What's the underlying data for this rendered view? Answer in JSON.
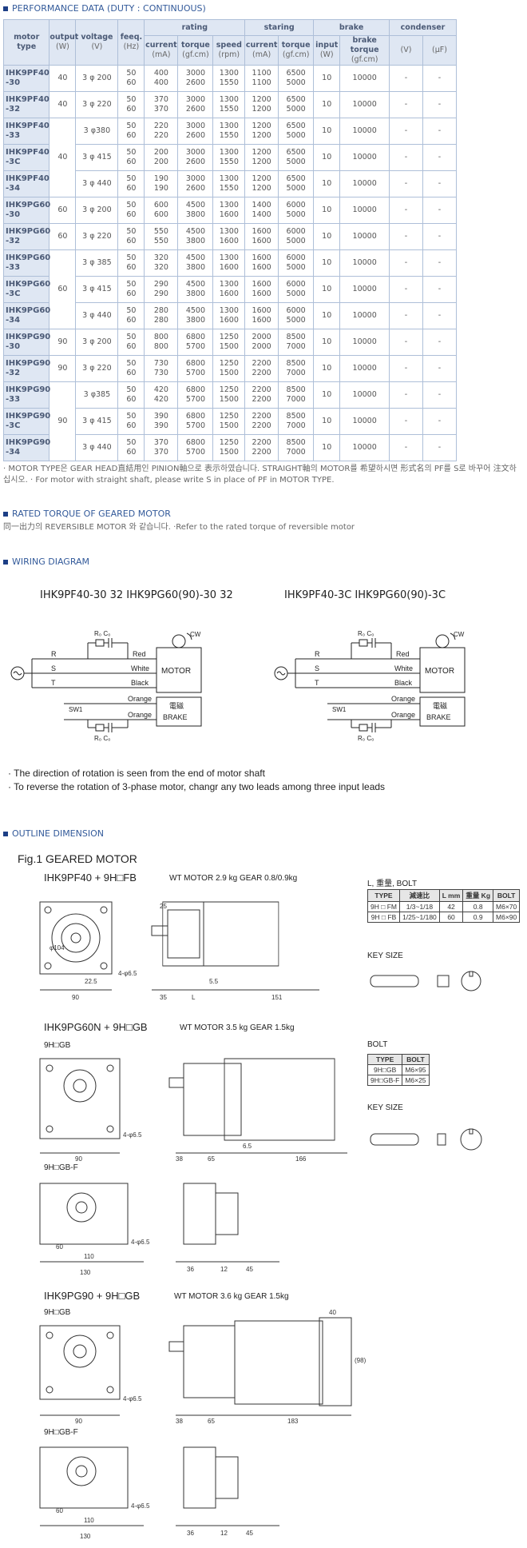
{
  "performance": {
    "header": "PERFORMANCE DATA (DUTY : CONTINUOUS)",
    "columns": {
      "model": "motor type",
      "output": "output",
      "output_unit": "(W)",
      "voltage": "voltage",
      "voltage_unit": "(V)",
      "freq": "feeq.",
      "freq_unit": "(Hz)",
      "rating": "rating",
      "starting": "staring",
      "brake": "brake",
      "condenser": "condenser",
      "current": "current",
      "current_unit": "(mA)",
      "torque": "torque",
      "torque_unit": "(gf.cm)",
      "speed": "speed",
      "speed_unit": "(rpm)",
      "s_current": "current",
      "s_current_unit": "(mA)",
      "s_torque": "torque",
      "s_torque_unit": "(gf.cm)",
      "input": "input",
      "input_unit": "(W)",
      "brake_torque": "brake torque",
      "brake_torque_unit": "(gf.cm)",
      "cond_v": "(V)",
      "cond_uf": "(μF)"
    },
    "rows": [
      {
        "model": "IHK9PF40-30",
        "output": "40",
        "voltage": "3 φ 200",
        "freq": "50 60",
        "current": "400 400",
        "torque": "3000 2600",
        "speed": "1300 1550",
        "s_current": "1100 1100",
        "s_torque": "6500 5000",
        "input": "10",
        "brake_torque": "10000",
        "v": "-",
        "uf": "-"
      },
      {
        "model": "IHK9PF40-32",
        "output": "40",
        "voltage": "3 φ 220",
        "freq": "50 60",
        "current": "370 370",
        "torque": "3000 2600",
        "speed": "1300 1550",
        "s_current": "1200 1200",
        "s_torque": "6500 5000",
        "input": "10",
        "brake_torque": "10000",
        "v": "-",
        "uf": "-"
      },
      {
        "model": "IHK9PF40-33",
        "output": "40",
        "voltage": "3 φ380",
        "freq": "50 60",
        "current": "220 220",
        "torque": "3000 2600",
        "speed": "1300 1550",
        "s_current": "1200 1200",
        "s_torque": "6500 5000",
        "input": "10",
        "brake_torque": "10000",
        "v": "-",
        "uf": "-"
      },
      {
        "model": "IHK9PF40-3C",
        "output": "",
        "voltage": "3 φ 415",
        "freq": "50 60",
        "current": "200 200",
        "torque": "3000 2600",
        "speed": "1300 1550",
        "s_current": "1200 1200",
        "s_torque": "6500 5000",
        "input": "10",
        "brake_torque": "10000",
        "v": "-",
        "uf": "-"
      },
      {
        "model": "IHK9PF40-34",
        "output": "",
        "voltage": "3 φ 440",
        "freq": "50 60",
        "current": "190 190",
        "torque": "3000 2600",
        "speed": "1300 1550",
        "s_current": "1200 1200",
        "s_torque": "6500 5000",
        "input": "10",
        "brake_torque": "10000",
        "v": "-",
        "uf": "-"
      },
      {
        "model": "IHK9PG60-30",
        "output": "60",
        "voltage": "3 φ 200",
        "freq": "50 60",
        "current": "600 600",
        "torque": "4500 3800",
        "speed": "1300 1600",
        "s_current": "1400 1400",
        "s_torque": "6000 5000",
        "input": "10",
        "brake_torque": "10000",
        "v": "-",
        "uf": "-"
      },
      {
        "model": "IHK9PG60-32",
        "output": "60",
        "voltage": "3 φ 220",
        "freq": "50 60",
        "current": "550 550",
        "torque": "4500 3800",
        "speed": "1300 1600",
        "s_current": "1600 1600",
        "s_torque": "6000 5000",
        "input": "10",
        "brake_torque": "10000",
        "v": "-",
        "uf": "-"
      },
      {
        "model": "IHK9PG60-33",
        "output": "60",
        "voltage": "3 φ 385",
        "freq": "50 60",
        "current": "320 320",
        "torque": "4500 3800",
        "speed": "1300 1600",
        "s_current": "1600 1600",
        "s_torque": "6000 5000",
        "input": "10",
        "brake_torque": "10000",
        "v": "-",
        "uf": "-"
      },
      {
        "model": "IHK9PG60-3C",
        "output": "",
        "voltage": "3 φ 415",
        "freq": "50 60",
        "current": "290 290",
        "torque": "4500 3800",
        "speed": "1300 1600",
        "s_current": "1600 1600",
        "s_torque": "6000 5000",
        "input": "10",
        "brake_torque": "10000",
        "v": "-",
        "uf": "-"
      },
      {
        "model": "IHK9PG60-34",
        "output": "",
        "voltage": "3 φ 440",
        "freq": "50 60",
        "current": "280 280",
        "torque": "4500 3800",
        "speed": "1300 1600",
        "s_current": "1600 1600",
        "s_torque": "6000 5000",
        "input": "10",
        "brake_torque": "10000",
        "v": "-",
        "uf": "-"
      },
      {
        "model": "IHK9PG90-30",
        "output": "90",
        "voltage": "3 φ 200",
        "freq": "50 60",
        "current": "800 800",
        "torque": "6800 5700",
        "speed": "1250 1500",
        "s_current": "2000 2000",
        "s_torque": "8500 7000",
        "input": "10",
        "brake_torque": "10000",
        "v": "-",
        "uf": "-"
      },
      {
        "model": "IHK9PG90-32",
        "output": "90",
        "voltage": "3 φ 220",
        "freq": "50 60",
        "current": "730 730",
        "torque": "6800 5700",
        "speed": "1250 1500",
        "s_current": "2200 2200",
        "s_torque": "8500 7000",
        "input": "10",
        "brake_torque": "10000",
        "v": "-",
        "uf": "-"
      },
      {
        "model": "IHK9PG90-33",
        "output": "90",
        "voltage": "3 φ385",
        "freq": "50 60",
        "current": "420 420",
        "torque": "6800 5700",
        "speed": "1250 1500",
        "s_current": "2200 2200",
        "s_torque": "8500 7000",
        "input": "10",
        "brake_torque": "10000",
        "v": "-",
        "uf": "-"
      },
      {
        "model": "IHK9PG90-3C",
        "output": "",
        "voltage": "3 φ 415",
        "freq": "50 60",
        "current": "390 390",
        "torque": "6800 5700",
        "speed": "1250 1500",
        "s_current": "2200 2200",
        "s_torque": "8500 7000",
        "input": "10",
        "brake_torque": "10000",
        "v": "-",
        "uf": "-"
      },
      {
        "model": "IHK9PG90-34",
        "output": "",
        "voltage": "3 φ 440",
        "freq": "50 60",
        "current": "370 370",
        "torque": "6800 5700",
        "speed": "1250 1500",
        "s_current": "2200 2200",
        "s_torque": "8500 7000",
        "input": "10",
        "brake_torque": "10000",
        "v": "-",
        "uf": "-"
      }
    ],
    "note": "· MOTOR TYPE은 GEAR HEAD直結用인 PINION軸으로 表示하였습니다. STRAIGHT軸의 MOTOR를 希望하시면 形式名의 PF를 S로 바꾸어 注文하십시오. · For motor with straight shaft, please write S in place of PF in MOTOR TYPE."
  },
  "rated_torque": {
    "header": "RATED TORQUE OF GEARED MOTOR",
    "note": "同一出力의 REVERSIBLE MOTOR 와 같습니다. ·Refer to the rated torque of reversible motor"
  },
  "wiring": {
    "header": "WIRING DIAGRAM",
    "left_title": "IHK9PF40-30 32    IHK9PG60(90)-30 32",
    "right_title": "IHK9PF40-3C    IHK9PG60(90)-3C",
    "labels": {
      "r": "R",
      "s": "S",
      "t": "T",
      "red": "Red",
      "white": "White",
      "black": "Black",
      "orange1": "Orange",
      "orange2": "Orange",
      "motor": "MOTOR",
      "brake_kr": "電磁",
      "brake": "BRAKE",
      "sw": "SW1",
      "rc": "R₀ C₀",
      "cw": "CW"
    },
    "bullets": [
      "· The direction of rotation is seen from the end of motor shaft",
      "· To reverse the rotation of 3-phase motor, changr any two leads among three input leads"
    ]
  },
  "outline": {
    "header": "OUTLINE DIMENSION",
    "fig_title": "Fig.1 GEARED MOTOR",
    "pf40": {
      "title": "IHK9PF40 + 9H□FB",
      "weight": "WT MOTOR 2.9 kg GEAR 0.8/0.9kg"
    },
    "pg60": {
      "title": "IHK9PG60N + 9H□GB",
      "weight": "WT MOTOR 3.5 kg GEAR 1.5kg",
      "label_gb": "9H□GB",
      "label_gbf": "9H□GB-F"
    },
    "pg90": {
      "title": "IHK9PG90 + 9H□GB",
      "weight": "WT MOTOR 3.6 kg GEAR 1.5kg",
      "label_gb": "9H□GB",
      "label_gbf": "9H□GB-F"
    },
    "lbolt": {
      "caption": "L, 重量, BOLT",
      "headers": [
        "TYPE",
        "減速比",
        "L mm",
        "重量 Kg",
        "BOLT"
      ],
      "rows": [
        [
          "9H □ FM",
          "1/3~1/18",
          "42",
          "0.8",
          "M6×70"
        ],
        [
          "9H □ FB",
          "1/25~1/180",
          "60",
          "0.9",
          "M6×90"
        ]
      ]
    },
    "key_size_1": "KEY SIZE",
    "bolt": {
      "caption": "BOLT",
      "headers": [
        "TYPE",
        "BOLT"
      ],
      "rows": [
        [
          "9H□GB",
          "M6×95"
        ],
        [
          "9H□GB-F",
          "M6×25"
        ]
      ]
    },
    "key_size_2": "KEY SIZE",
    "dims_pf40": {
      "d90": "90",
      "d35": "35",
      "d25": "25",
      "d151": "151",
      "d225": "22.5",
      "d55": "5.5",
      "dL": "L",
      "d4h": "4-φ6.5",
      "d104": "φ104"
    },
    "dims_pg60": {
      "d90": "90",
      "d38": "38",
      "d65": "65",
      "d65b": "6.5",
      "d166": "166",
      "d4h": "4-φ6.5"
    },
    "dims_pg60f": {
      "d130": "130",
      "d110": "110",
      "d60": "60",
      "d36": "36",
      "d12": "12",
      "d45": "45",
      "d4h": "4-φ6.5"
    },
    "dims_pg90": {
      "d90": "90",
      "d38": "38",
      "d65": "65",
      "d183": "183",
      "d40": "40",
      "d98": "(98)",
      "d4h": "4-φ6.5"
    },
    "dims_pg90f": {
      "d130": "130",
      "d110": "110",
      "d60": "60",
      "d36": "36",
      "d12": "12",
      "d45": "45",
      "d4h": "4-φ6.5"
    }
  }
}
